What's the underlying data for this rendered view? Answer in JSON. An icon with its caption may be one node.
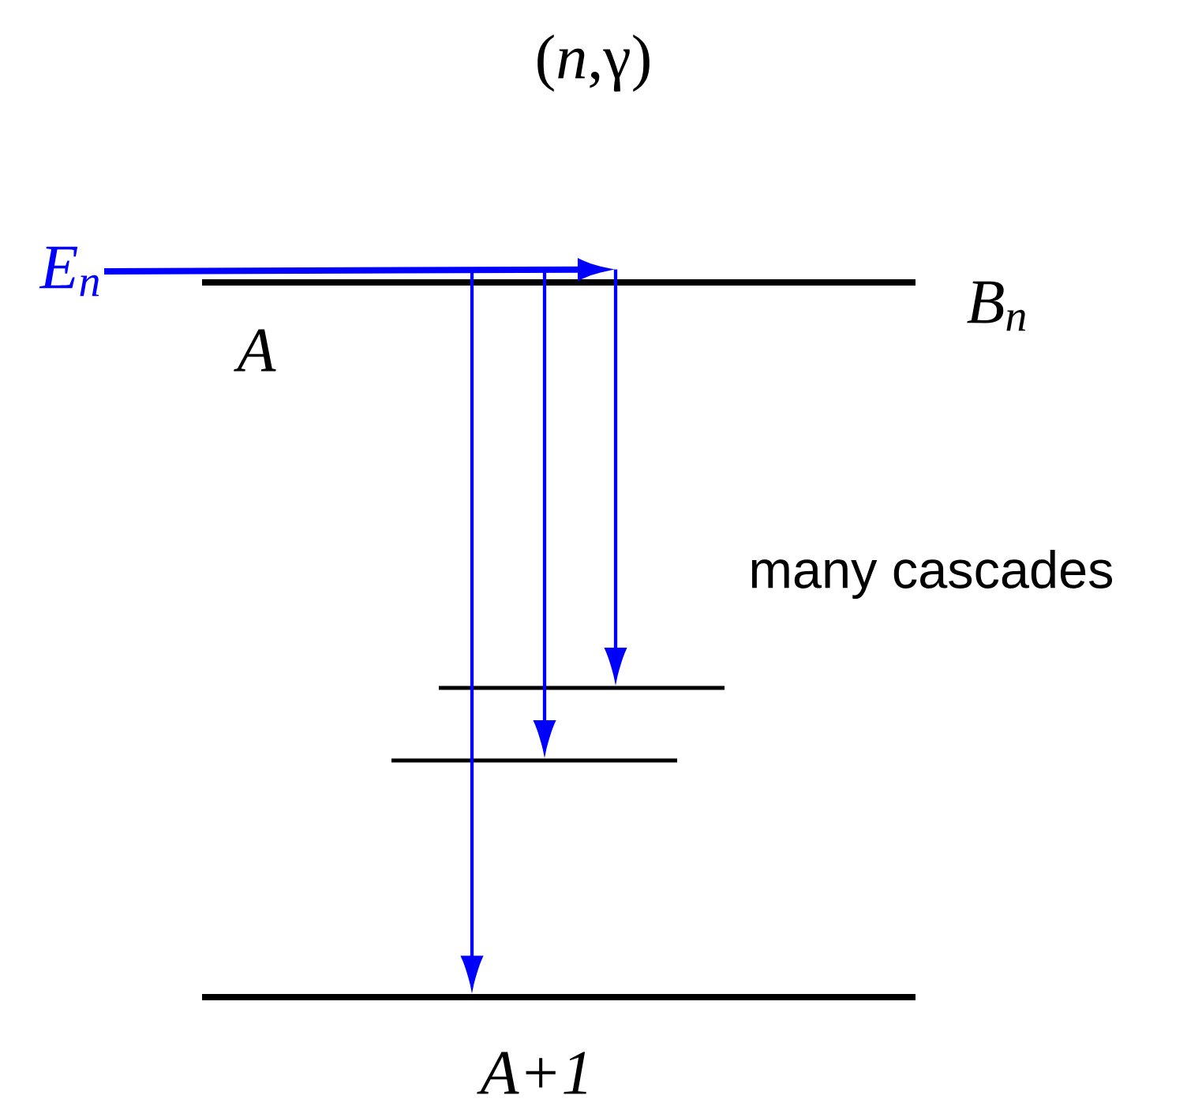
{
  "diagram": {
    "title": "(*n*,γ)",
    "nodes": [
      {
        "text": [
          "E$_{n}$"
        ]
      },
      {
        "text": [],
        "shape": "bar",
        "beside": [
          "B$_{n}$",
          "A"
        ]
      },
      {
        "text": [],
        "shape": "bar"
      },
      {
        "text": [],
        "shape": "bar"
      },
      {
        "text": [],
        "shape": "bar",
        "beside": [
          "A+1"
        ]
      }
    ],
    "edges": [
      {
        "from": 0,
        "to": 1,
        "arrow": "to",
        "style": "thick"
      },
      {
        "from": 1,
        "to": 4,
        "arrow": "to"
      },
      {
        "from": 1,
        "to": 3,
        "arrow": "to"
      },
      {
        "from": 1,
        "to": 2,
        "arrow": "to"
      }
    ],
    "labels": [
      "many cascades"
    ]
  }
}
